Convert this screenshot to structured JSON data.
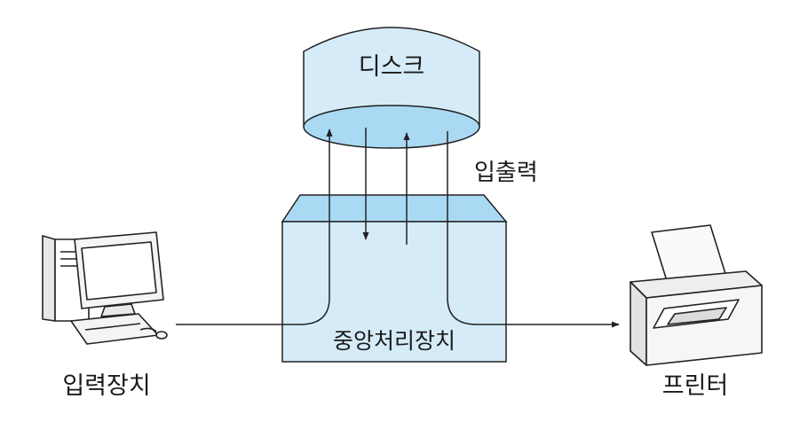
{
  "labels": {
    "disk": "디스크",
    "io": "입출력",
    "cpu": "중앙처리장치",
    "input_device": "입력장치",
    "printer": "프린터"
  },
  "colors": {
    "fill_light": "#d5ecf8",
    "fill_mid": "#a9d9f3",
    "stroke": "#222222",
    "text": "#1a1a1a"
  },
  "icons": {
    "input_device": "computer-icon",
    "output_device": "printer-icon"
  }
}
